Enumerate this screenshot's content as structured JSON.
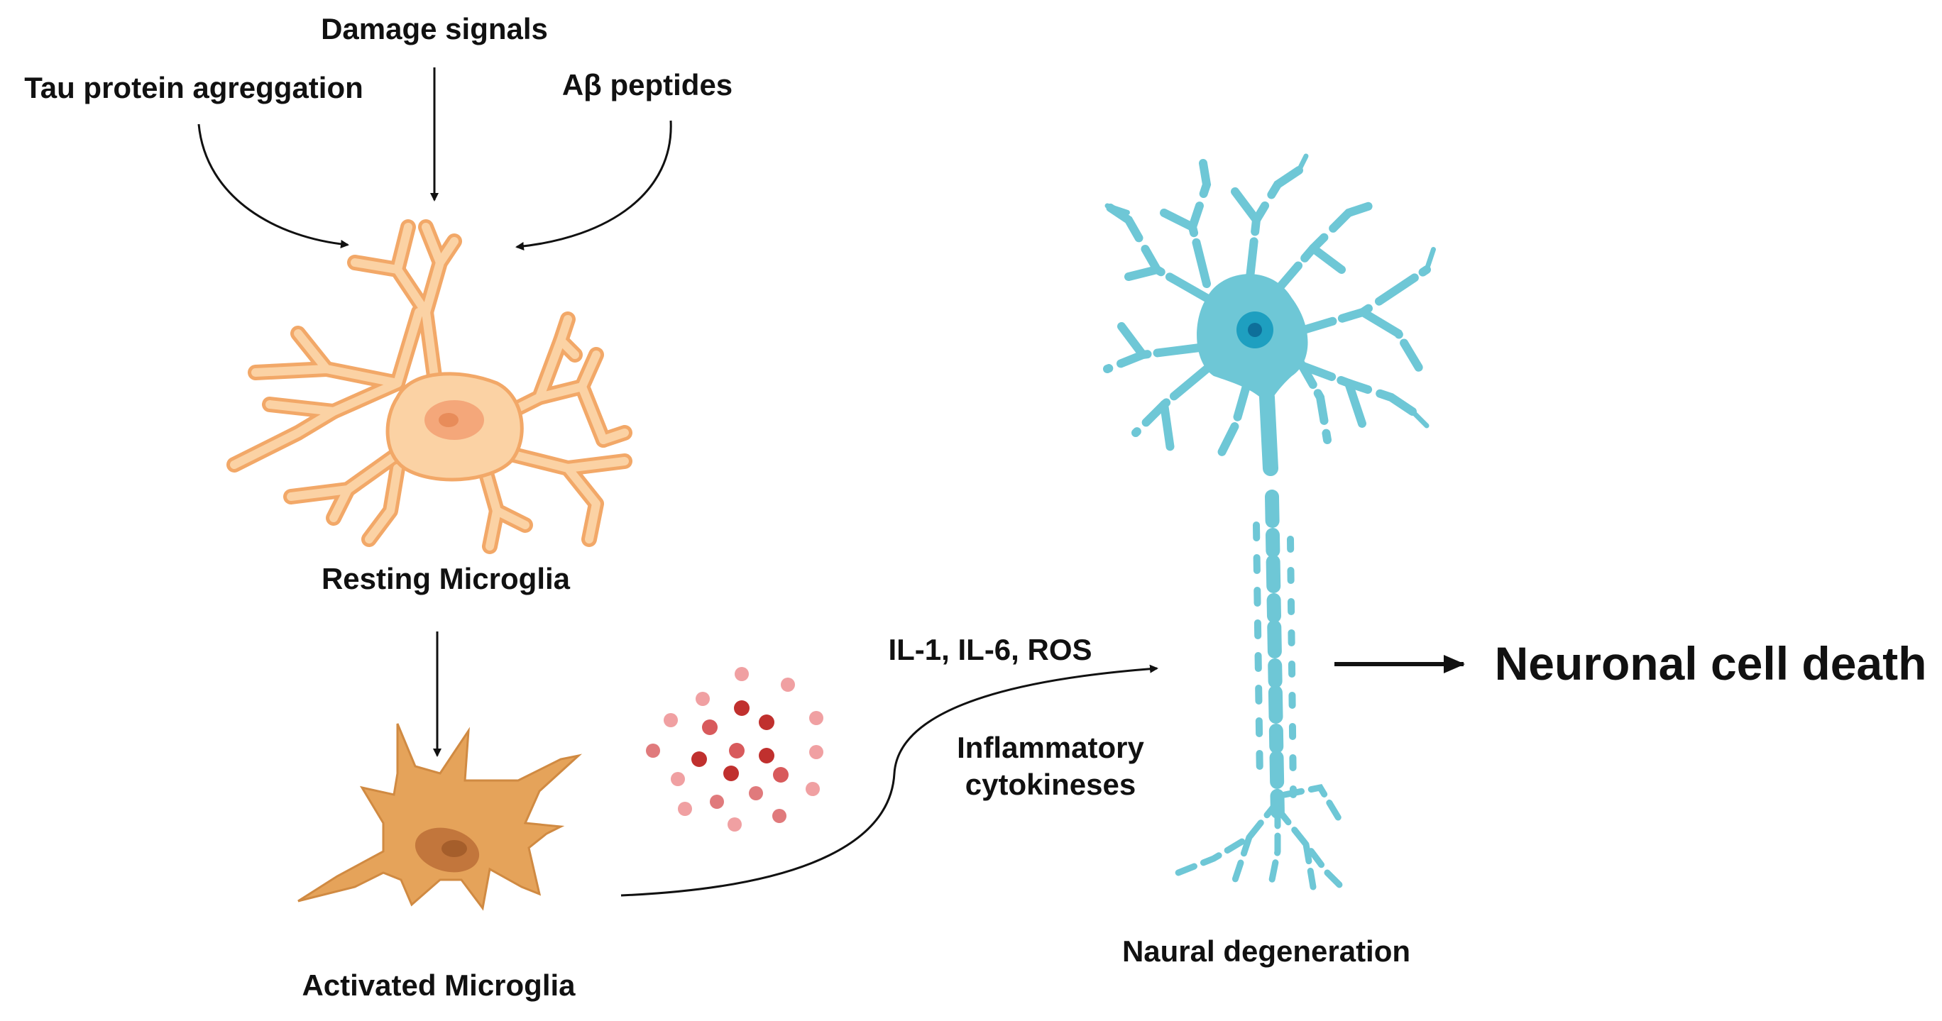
{
  "labels": {
    "damage_signals": "Damage signals",
    "tau": "Tau protein agreggation",
    "abeta": "Aβ peptides",
    "resting": "Resting Microglia",
    "activated": "Activated Microglia",
    "cytokine_list": "IL-1, IL-6, ROS",
    "inflammatory_line1": "Inflammatory",
    "inflammatory_line2": "cytokineses",
    "degeneration": "Naural degeneration",
    "cell_death": "Neuronal cell death"
  },
  "colors": {
    "resting_microglia": "#FBD2A4",
    "resting_outline": "#F2A868",
    "resting_nucleus": "#F4A77A",
    "activated_microglia": "#E5A35A",
    "activated_nucleus": "#C2763C",
    "neuron": "#6EC7D6",
    "neuron_nucleus": "#1E9FC0",
    "cytokine_dark": "#C0302E",
    "cytokine_light": "#F0A0A2",
    "text": "#111111"
  }
}
